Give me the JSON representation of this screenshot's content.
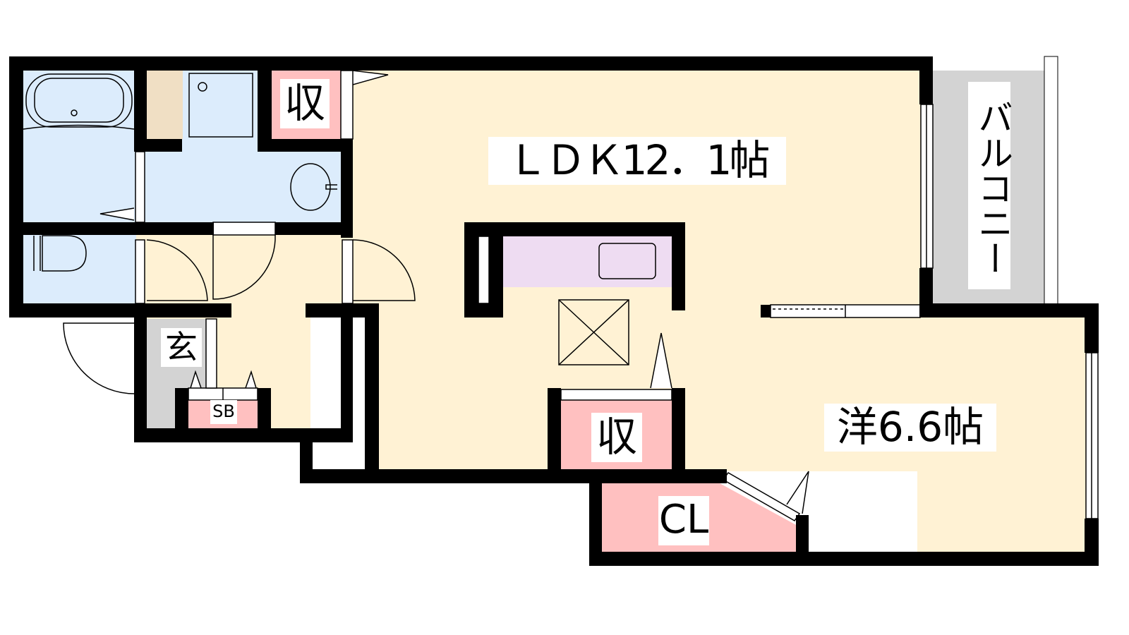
{
  "colors": {
    "living": "#fff2d4",
    "wet": "#dcecfc",
    "storage": "#ffc0c0",
    "entrance": "#d3d3d3",
    "kitchen": "#eedcf2",
    "laundry": "#f0dfc4",
    "wall": "#000000"
  },
  "rooms": {
    "ldk": "ＬＤＫ12．1帖",
    "western": "洋6.6帖",
    "storage_top": "収",
    "storage_mid": "収",
    "entrance": "玄",
    "shoe_box": "SB",
    "closet": "CL",
    "balcony": "バルコニー"
  }
}
